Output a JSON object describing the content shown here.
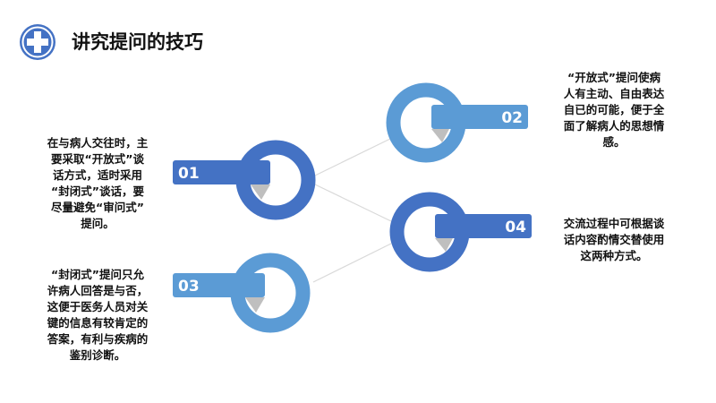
{
  "title": "讲究提问的技巧",
  "logo_icon": "medical-plus-icon",
  "colors": {
    "dark_blue": "#4472C4",
    "light_blue": "#5B9BD5",
    "wedge": "#BFBFBF",
    "connector": "#D9D9D9"
  },
  "items": [
    {
      "number": "01",
      "lines": [
        "在与病人交往时，主",
        "要采取“开放式”谈",
        "话方式，适时采用",
        "“封闭式”谈话，要",
        "尽量避免“审问式”",
        "提问。"
      ]
    },
    {
      "number": "02",
      "lines": [
        "“开放式”提问使病",
        "人有主动、自由表达",
        "自已的可能，便于全",
        "面了解病人的思想情",
        "感。"
      ]
    },
    {
      "number": "03",
      "lines": [
        "“封闭式”提问只允",
        "许病人回答是与否，",
        "这便于医务人员对关",
        "键的信息有较肯定的",
        "答案，有利与疾病的",
        "鉴别诊断。"
      ]
    },
    {
      "number": "04",
      "lines": [
        "交流过程中可根据谈",
        "话内容酌情交替使用",
        "这两种方式。"
      ]
    }
  ]
}
